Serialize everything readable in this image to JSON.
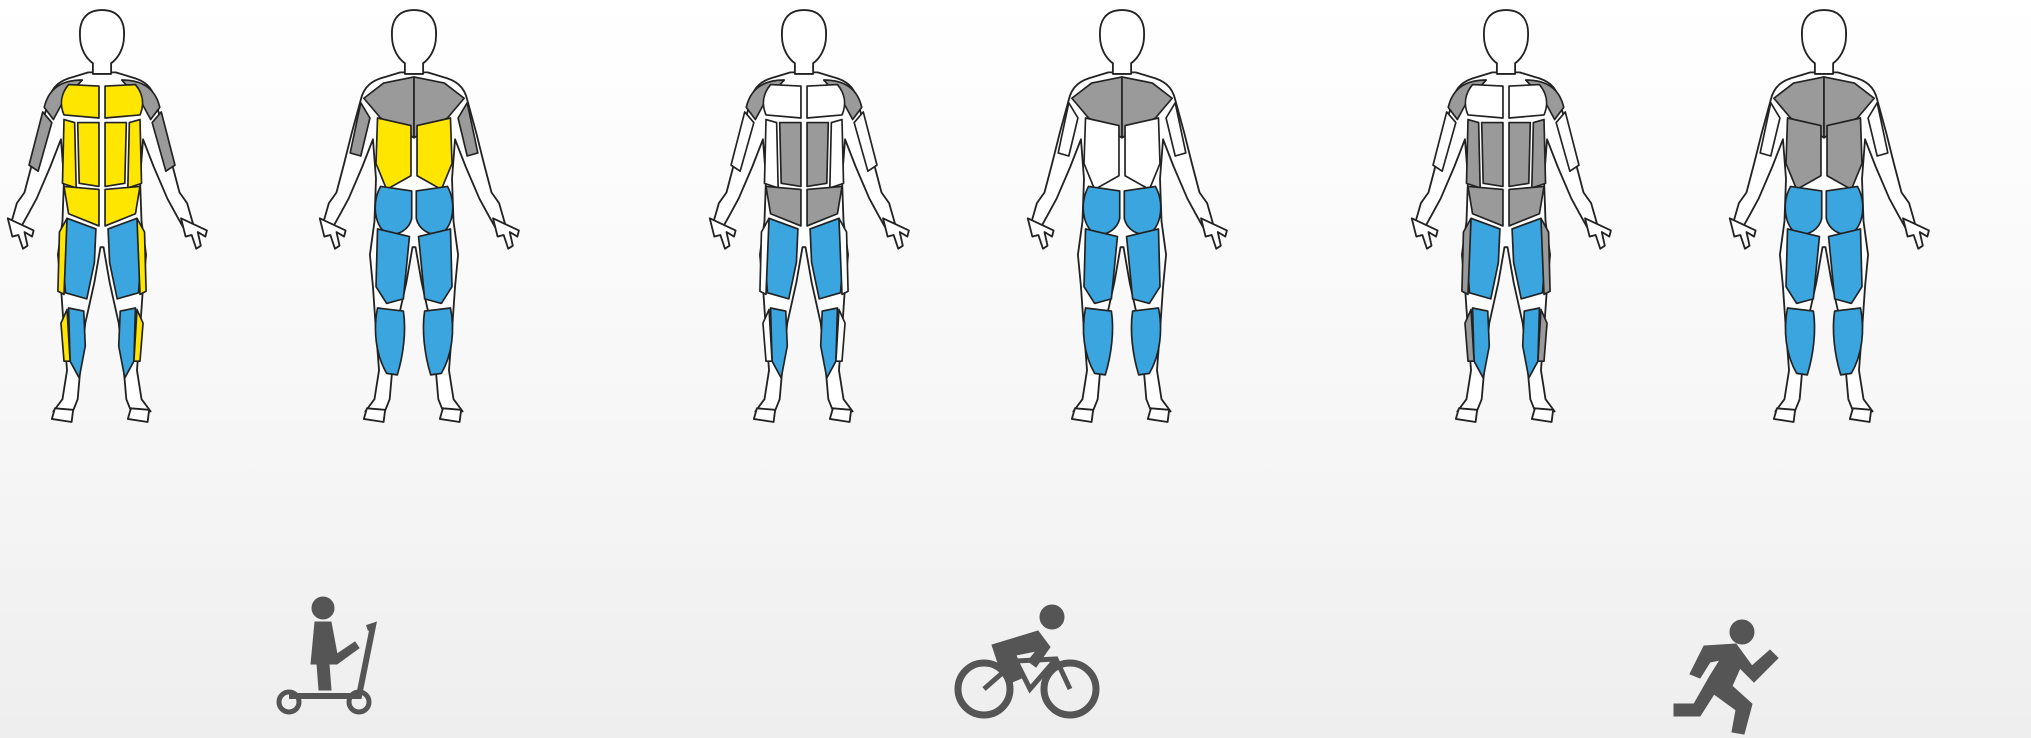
{
  "colors": {
    "primary": "#3aa5df",
    "secondary": "#ffe600",
    "stabilizer": "#9a9a9a",
    "inactive": "#ffffff",
    "outline": "#222222",
    "icon": "#555555"
  },
  "activities": [
    {
      "icon": "scooter-rider-icon",
      "front": {
        "chest": "secondary",
        "abs": "secondary",
        "obliques": "secondary",
        "hips": "secondary",
        "shoulders": "stabilizer",
        "arms": "stabilizer",
        "quads": "primary",
        "inner_thigh": "secondary",
        "shins": "primary",
        "calves_front": "secondary"
      },
      "back": {
        "traps": "stabilizer",
        "lats": "secondary",
        "triceps": "stabilizer",
        "glutes": "primary",
        "hamstrings": "primary",
        "calves": "primary"
      }
    },
    {
      "icon": "cyclist-icon",
      "front": {
        "chest": "inactive",
        "abs": "stabilizer",
        "obliques": "inactive",
        "hips": "stabilizer",
        "shoulders": "stabilizer",
        "arms": "inactive",
        "quads": "primary",
        "inner_thigh": "inactive",
        "shins": "primary",
        "calves_front": "inactive"
      },
      "back": {
        "traps": "stabilizer",
        "lats": "inactive",
        "triceps": "inactive",
        "glutes": "primary",
        "hamstrings": "primary",
        "calves": "primary"
      }
    },
    {
      "icon": "runner-icon",
      "front": {
        "chest": "inactive",
        "abs": "stabilizer",
        "obliques": "stabilizer",
        "hips": "stabilizer",
        "shoulders": "stabilizer",
        "arms": "inactive",
        "quads": "primary",
        "inner_thigh": "stabilizer",
        "shins": "primary",
        "calves_front": "stabilizer"
      },
      "back": {
        "traps": "stabilizer",
        "lats": "stabilizer",
        "triceps": "inactive",
        "glutes": "primary",
        "hamstrings": "primary",
        "calves": "primary"
      }
    }
  ]
}
